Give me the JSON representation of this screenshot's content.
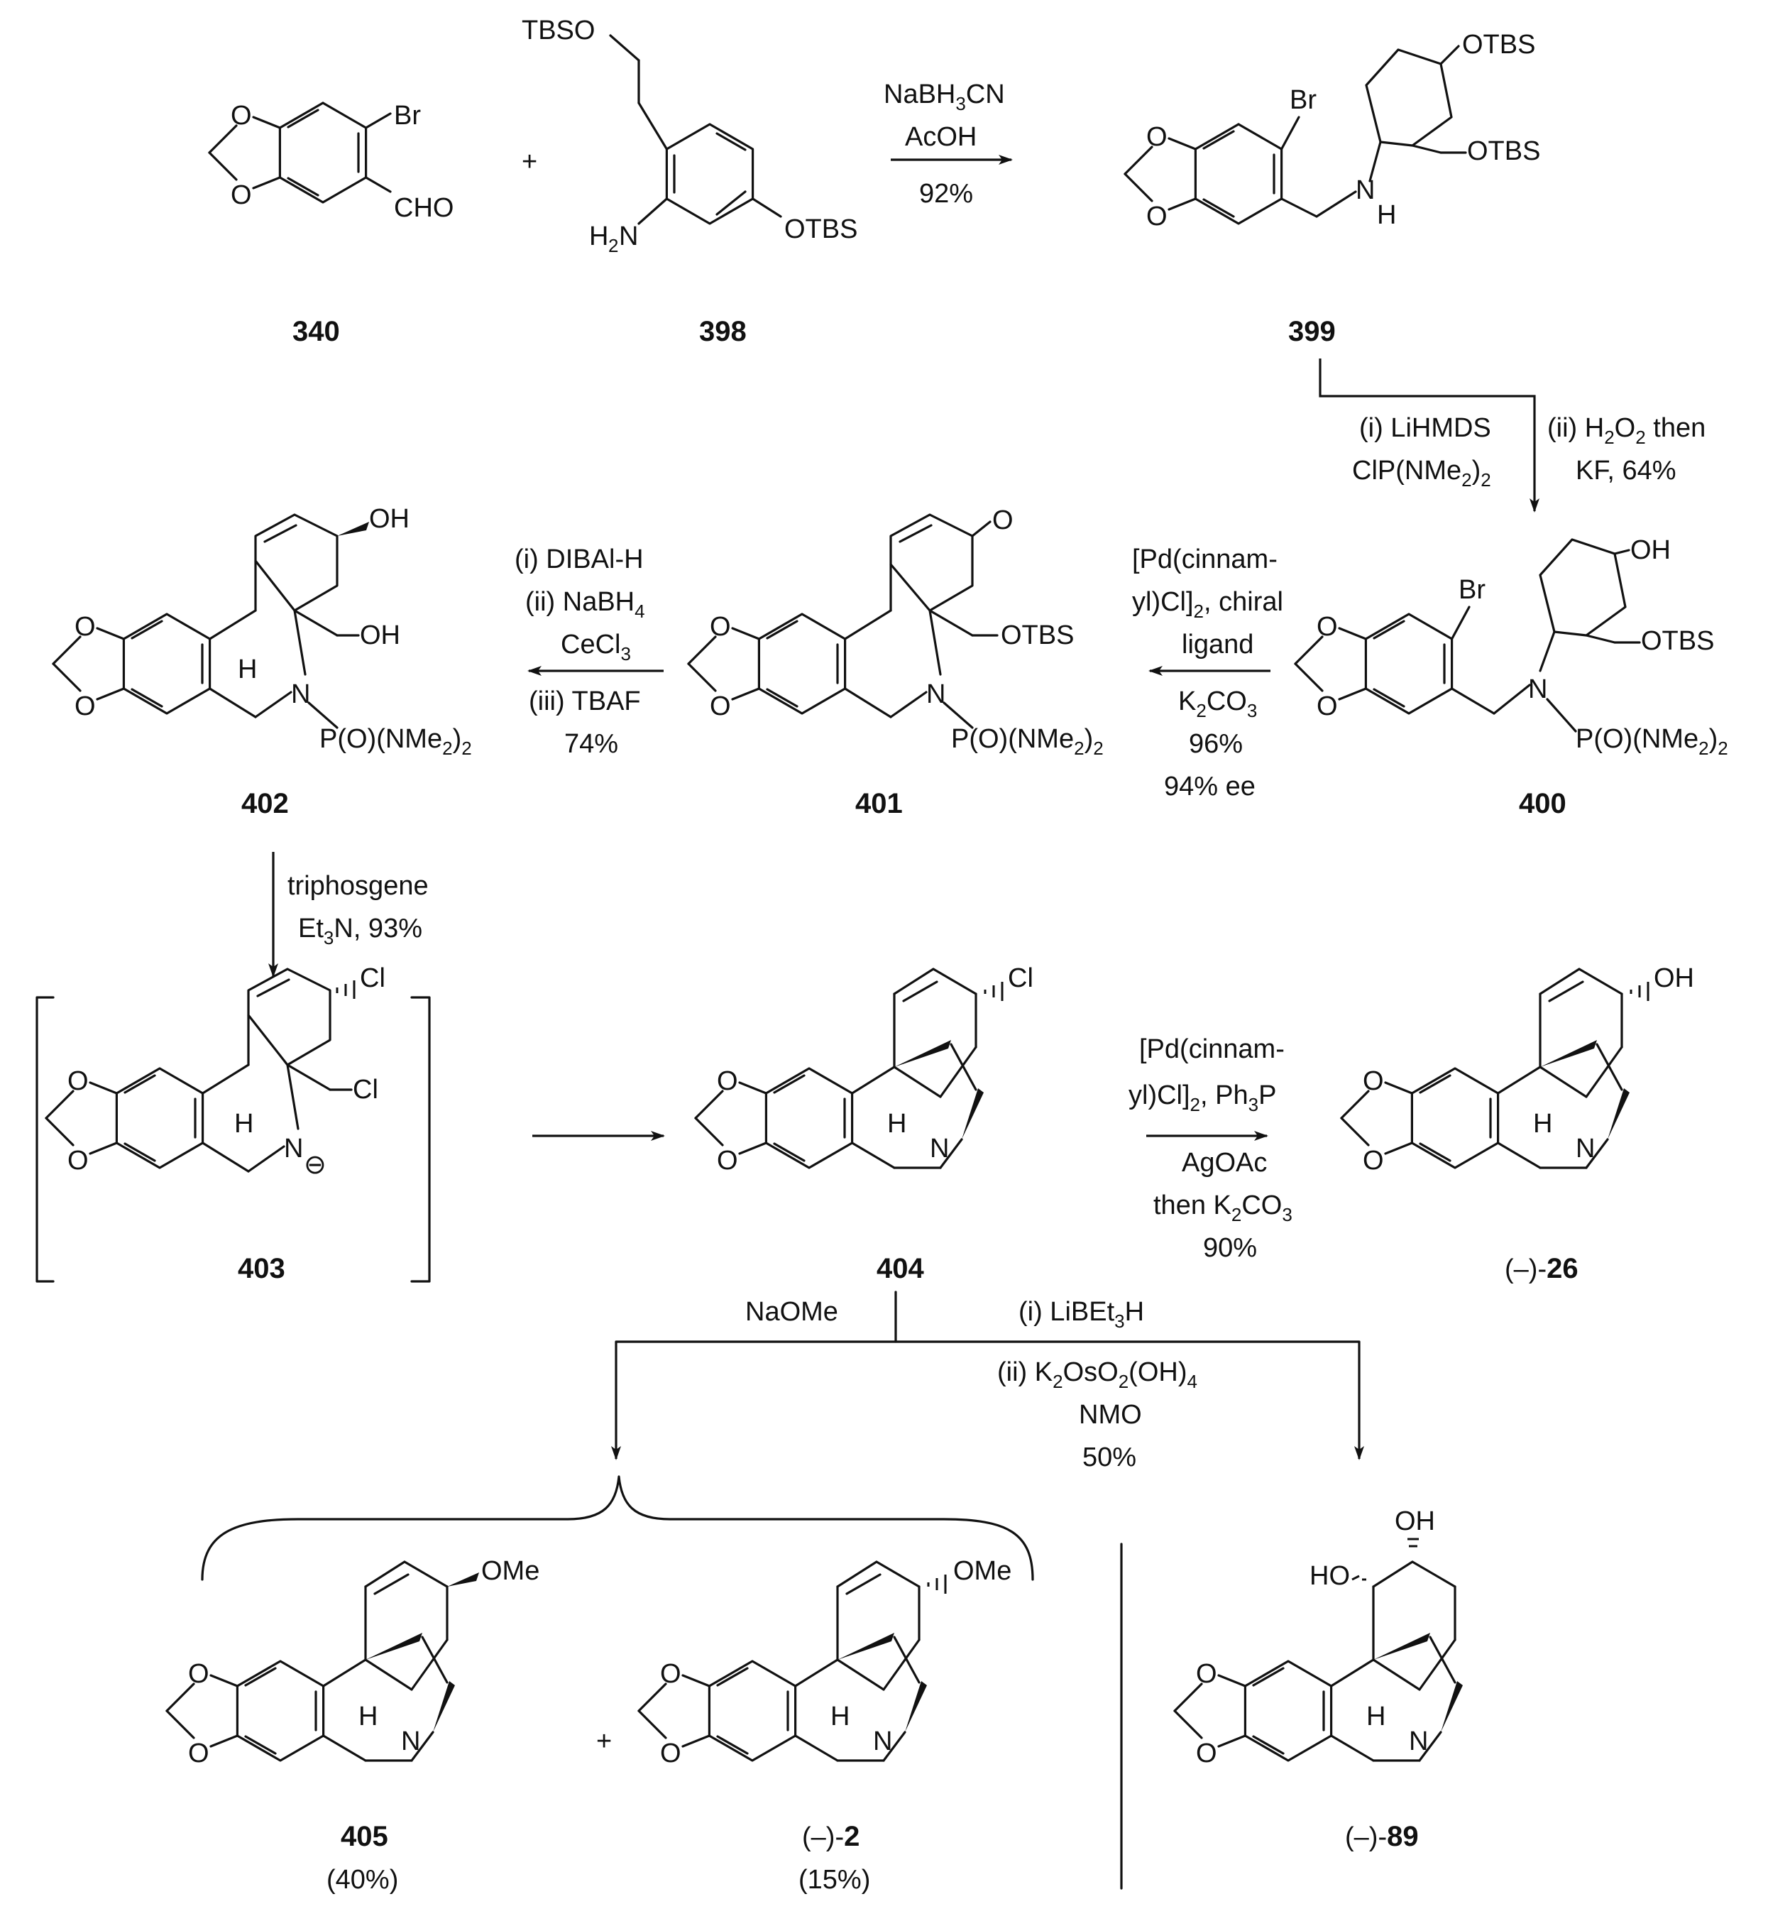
{
  "compounds": {
    "c340": {
      "number": "340",
      "substituents": {
        "br": "Br",
        "cho": "CHO",
        "o1": "O",
        "o2": "O"
      }
    },
    "c398": {
      "number": "398",
      "substituents": {
        "tbso": "TBSO",
        "otbs": "OTBS",
        "h2n_h": "H",
        "h2n_2": "2",
        "h2n_n": "N"
      }
    },
    "c399": {
      "number": "399",
      "substituents": {
        "br": "Br",
        "otbs1": "OTBS",
        "otbs2": "OTBS",
        "n": "N",
        "h": "H",
        "o1": "O",
        "o2": "O"
      }
    },
    "c400": {
      "number": "400",
      "substituents": {
        "br": "Br",
        "oh": "OH",
        "otbs": "OTBS",
        "n": "N",
        "p": "P(O)(NMe",
        "p_sub": "2",
        "p_end": ")",
        "p_sub2": "2",
        "o1": "O",
        "o2": "O"
      }
    },
    "c401": {
      "number": "401",
      "substituents": {
        "o": "O",
        "otbs": "OTBS",
        "n": "N",
        "p": "P(O)(NMe",
        "p_sub": "2",
        "p_end": ")",
        "p_sub2": "2",
        "o1": "O",
        "o2": "O"
      }
    },
    "c402": {
      "number": "402",
      "substituents": {
        "oh1": "OH",
        "oh2": "OH",
        "h": "H",
        "n": "N",
        "p": "P(O)(NMe",
        "p_sub": "2",
        "p_end": ")",
        "p_sub2": "2",
        "o1": "O",
        "o2": "O"
      }
    },
    "c403": {
      "number": "403",
      "substituents": {
        "cl1": "Cl",
        "cl2": "Cl",
        "h": "H",
        "n": "N",
        "minus": "⊖",
        "o1": "O",
        "o2": "O"
      }
    },
    "c404": {
      "number": "404",
      "substituents": {
        "cl": "Cl",
        "h": "H",
        "n": "N",
        "o1": "O",
        "o2": "O"
      }
    },
    "c26": {
      "prefix": "(–)-",
      "number": "26",
      "substituents": {
        "oh": "OH",
        "h": "H",
        "n": "N",
        "o1": "O",
        "o2": "O"
      }
    },
    "c405": {
      "number": "405",
      "yield": "(40%)",
      "substituents": {
        "ome": "OMe",
        "h": "H",
        "n": "N",
        "o1": "O",
        "o2": "O"
      }
    },
    "c2": {
      "prefix": "(–)-",
      "number": "2",
      "yield": "(15%)",
      "substituents": {
        "ome": "OMe",
        "h": "H",
        "n": "N",
        "o1": "O",
        "o2": "O"
      }
    },
    "c89": {
      "prefix": "(–)-",
      "number": "89",
      "substituents": {
        "oh": "OH",
        "ho": "HO",
        "h": "H",
        "n": "N",
        "o1": "O",
        "o2": "O"
      }
    }
  },
  "plus": "+",
  "conditions": {
    "step1": {
      "l1a": "NaBH",
      "l1b": "3",
      "l1c": "CN",
      "l2": "AcOH",
      "l3": "92%"
    },
    "step2": {
      "left1": "(i) LiHMDS",
      "left2a": "ClP(NMe",
      "left2b": "2",
      "left2c": ")",
      "left2d": "2",
      "right1a": "(ii) H",
      "right1b": "2",
      "right1c": "O",
      "right1d": "2",
      "right1e": " then",
      "right2": "KF, 64%"
    },
    "step3": {
      "l1": "[Pd(cinnam-",
      "l2": "yl)Cl]",
      "l2b": "2",
      "l2c": ", chiral",
      "l3": "ligand",
      "l4a": "K",
      "l4b": "2",
      "l4c": "CO",
      "l4d": "3",
      "l5": "96%",
      "l6": "94% ee"
    },
    "step4": {
      "l1": "(i) DIBAl-H",
      "l2a": "(ii) NaBH",
      "l2b": "4",
      "l3a": "CeCl",
      "l3b": "3",
      "l4": "(iii) TBAF",
      "l5": "74%"
    },
    "step5": {
      "l1": "triphosgene",
      "l2a": "Et",
      "l2b": "3",
      "l2c": "N, 93%"
    },
    "step6": {
      "l1": "[Pd(cinnam-",
      "l2a": "yl)Cl]",
      "l2b": "2",
      "l2c": ", Ph",
      "l2d": "3",
      "l2e": "P",
      "l3": "AgOAc",
      "l4a": "then K",
      "l4b": "2",
      "l4c": "CO",
      "l4d": "3",
      "l5": "90%"
    },
    "step7": {
      "l1": "NaOMe"
    },
    "step8": {
      "l1a": "(i) LiBEt",
      "l1b": "3",
      "l1c": "H",
      "l2a": "(ii) K",
      "l2b": "2",
      "l2c": "OsO",
      "l2d": "2",
      "l2e": "(OH)",
      "l2f": "4",
      "l3": "NMO",
      "l4": "50%"
    }
  }
}
